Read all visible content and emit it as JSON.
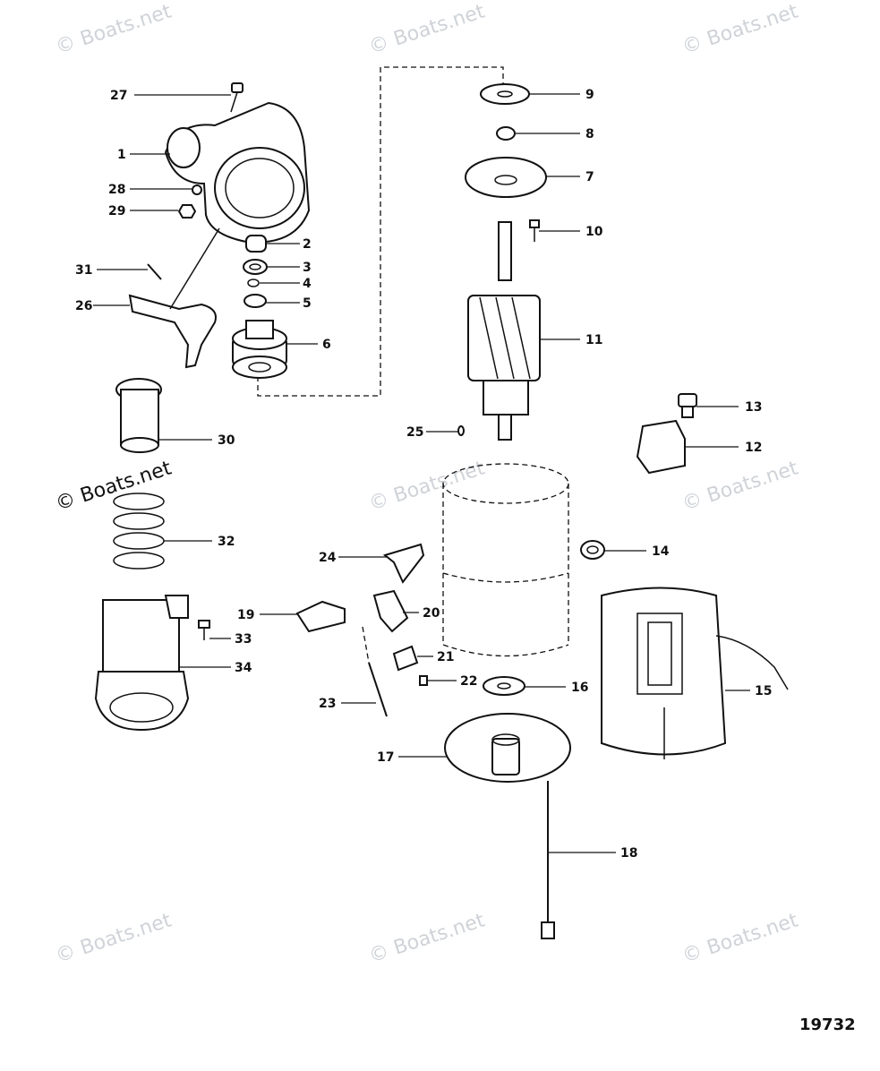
{
  "watermark": "© Boats.net",
  "figure_number": "19732",
  "callouts": {
    "c1": "1",
    "c2": "2",
    "c3": "3",
    "c4": "4",
    "c5": "5",
    "c6": "6",
    "c7": "7",
    "c8": "8",
    "c9": "9",
    "c10": "10",
    "c11": "11",
    "c12": "12",
    "c13": "13",
    "c14": "14",
    "c15": "15",
    "c16": "16",
    "c17": "17",
    "c18": "18",
    "c19": "19",
    "c20": "20",
    "c21": "21",
    "c22": "22",
    "c23": "23",
    "c24": "24",
    "c25": "25",
    "c26": "26",
    "c27": "27",
    "c28": "28",
    "c29": "29",
    "c30": "30",
    "c31": "31",
    "c32": "32",
    "c33": "33",
    "c34": "34"
  }
}
